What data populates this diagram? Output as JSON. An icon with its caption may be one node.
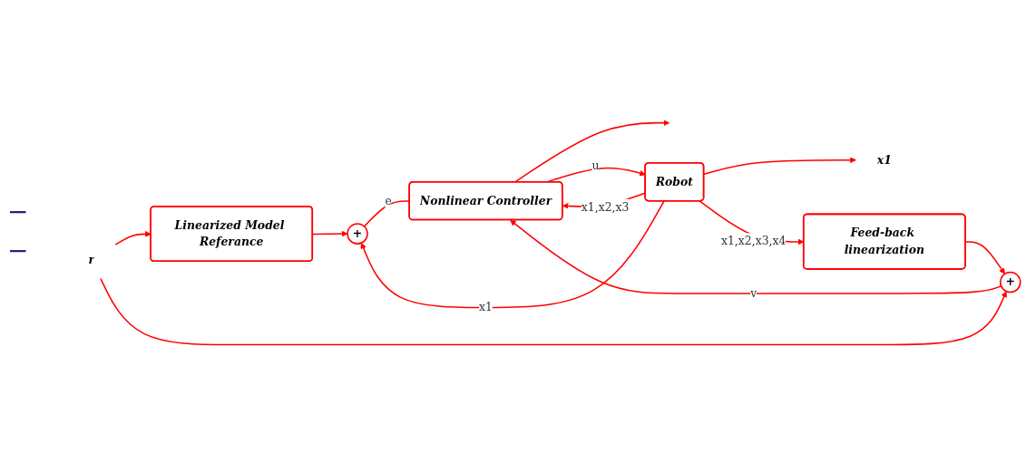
{
  "diagram": {
    "nodes": [
      {
        "text": [
          "Linearized Model Referance"
        ]
      },
      {
        "text": [
          "+"
        ]
      },
      {
        "text": [
          "r"
        ]
      },
      {
        "text": [
          "+"
        ]
      },
      {
        "text": [
          "Nonlinear Controller"
        ]
      },
      {
        "text": [
          "Robot"
        ]
      },
      {
        "text": [
          "x1"
        ]
      },
      {
        "text": [
          "Feed-back linearization"
        ]
      }
    ],
    "edges": [
      {
        "from": 2,
        "to": 0,
        "arrow": "to"
      },
      {
        "from": 2,
        "to": 3,
        "arrow": "to"
      },
      {
        "from": 0,
        "to": 1,
        "arrow": "to"
      },
      {
        "from": 5,
        "to": 1,
        "label": "x1",
        "arrow": "to"
      },
      {
        "from": 1,
        "to": 4,
        "label": "e",
        "arrow": "none"
      },
      {
        "from": 4,
        "to": null,
        "arrow": "to"
      },
      {
        "from": 3,
        "to": 4,
        "label": "v",
        "arrow": "to"
      },
      {
        "from": 4,
        "to": 5,
        "label": "u",
        "arrow": "to"
      },
      {
        "from": 5,
        "to": 6,
        "arrow": "to"
      },
      {
        "from": 5,
        "to": 4,
        "label": "x1,x2,x3",
        "arrow": "to"
      },
      {
        "from": 5,
        "to": 7,
        "label": "x1,x2,x3,x4",
        "arrow": "to"
      },
      {
        "from": 7,
        "to": 3,
        "arrow": "to"
      }
    ],
    "labels": [
      "−",
      "−"
    ]
  }
}
